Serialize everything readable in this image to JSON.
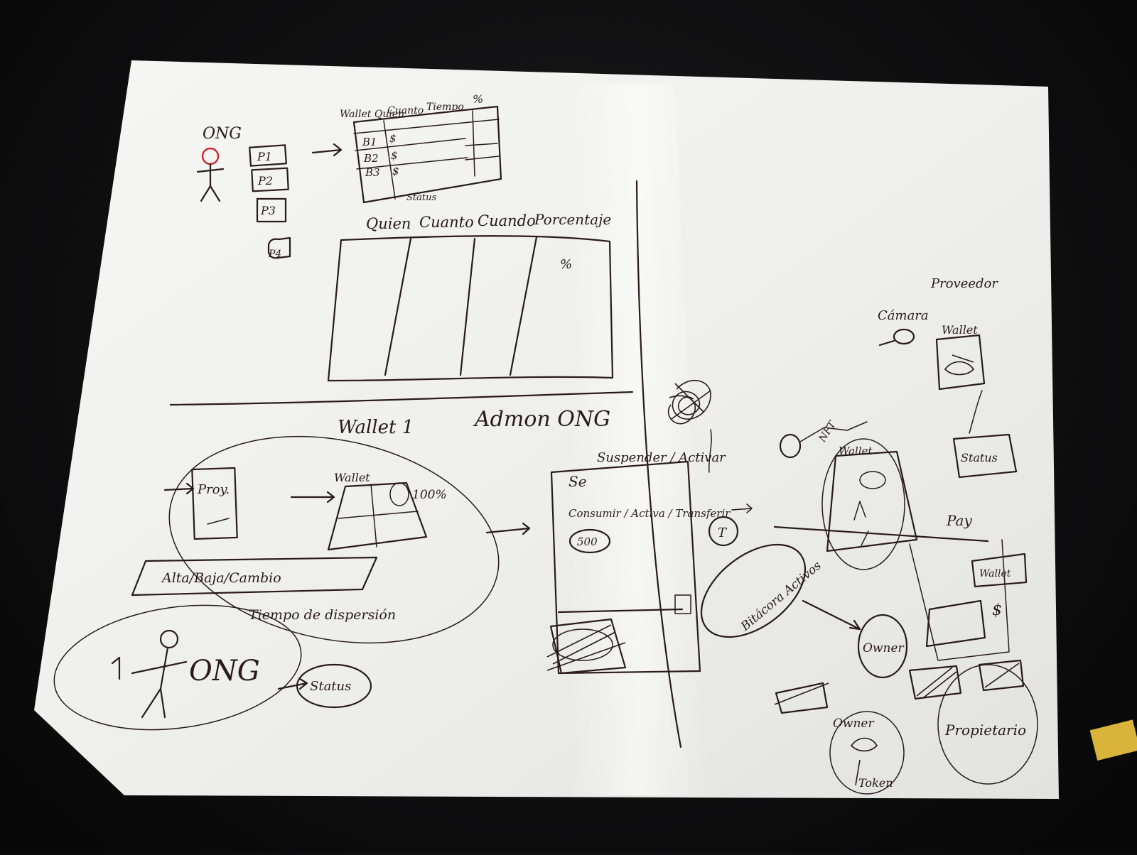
{
  "colors": {
    "paper": "#f3f3f1",
    "ink": "#2a1a1c",
    "red_ink": "#c62b35",
    "background": "#0f0f10"
  },
  "top_left": {
    "actor_label": "ONG",
    "pages": [
      "P1",
      "P2",
      "P3",
      "P4"
    ]
  },
  "small_table": {
    "headers": [
      "Wallet Quien",
      "Cuanto",
      "Tiempo",
      "%"
    ],
    "rows": [
      {
        "who": "B1",
        "amount": "$"
      },
      {
        "who": "B2",
        "amount": "$"
      },
      {
        "who": "B3",
        "amount": "$"
      }
    ],
    "footer": "Status"
  },
  "big_table": {
    "headers": [
      "Quien",
      "Cuanto",
      "Cuando",
      "Porcentaje"
    ],
    "percent_mark": "%"
  },
  "section_titles": {
    "left": "Wallet 1",
    "right": "Admon ONG"
  },
  "bottom_left": {
    "proyecto_label": "Proy.",
    "wallet_label": "Wallet",
    "percent_label": "100%",
    "alta_label": "Alta/Baja/Cambio",
    "tiempo_label": "Tiempo de dispersión",
    "ong_label": "ONG",
    "status_label": "Status"
  },
  "middle": {
    "heading": "Suspender / Activar",
    "line1": "Se",
    "line2": "Consumir / Activa / Transferir",
    "amount": "500",
    "t_label": "T"
  },
  "right": {
    "proveedor_label": "Proveedor",
    "camera_label": "Cámara",
    "wallet_label": "Wallet",
    "nft_label": "NFT",
    "status_label": "Status",
    "pay_label": "Pay",
    "bitacora_label": "Bitácora Activos",
    "owner_label": "Owner",
    "dollar": "$",
    "owner_bottom": "Owner",
    "token_label": "Token",
    "propietario_label": "Propietario"
  }
}
